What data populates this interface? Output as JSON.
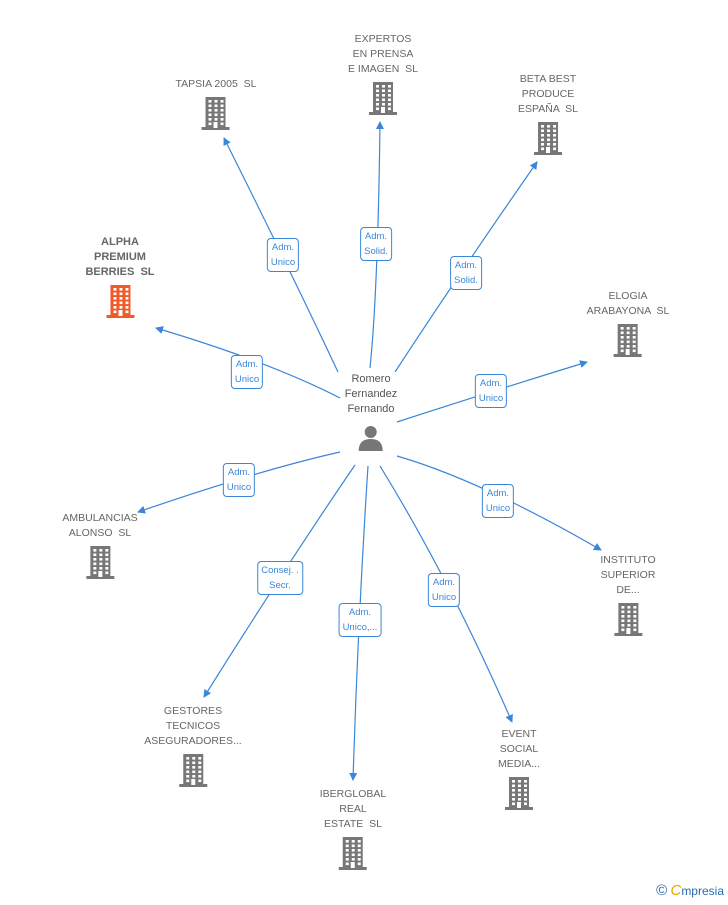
{
  "center": {
    "name": "Romero\nFernandez\nFernando",
    "icon": "person-icon"
  },
  "companies": [
    {
      "id": "tapsia",
      "name": "TAPSIA 2005  SL",
      "relation": "Adm.\nUnico",
      "highlighted": false
    },
    {
      "id": "expertos",
      "name": "EXPERTOS\nEN PRENSA\nE IMAGEN  SL",
      "relation": "Adm.\nSolid.",
      "highlighted": false
    },
    {
      "id": "beta",
      "name": "BETA BEST\nPRODUCE\nESPAÑA  SL",
      "relation": "Adm.\nSolid.",
      "highlighted": false
    },
    {
      "id": "alpha",
      "name": "ALPHA\nPREMIUM\nBERRIES  SL",
      "relation": "Adm.\nUnico",
      "highlighted": true
    },
    {
      "id": "elogia",
      "name": "ELOGIA\nARABAYONA  SL",
      "relation": "Adm.\nUnico",
      "highlighted": false
    },
    {
      "id": "ambulancias",
      "name": "AMBULANCIAS\nALONSO  SL",
      "relation": "Adm.\nUnico",
      "highlighted": false
    },
    {
      "id": "instituto",
      "name": "INSTITUTO\nSUPERIOR\nDE...",
      "relation": "Adm.\nUnico",
      "highlighted": false
    },
    {
      "id": "gestores",
      "name": "GESTORES\nTECNICOS\nASEGURADORES...",
      "relation": "Consej. .\nSecr.",
      "highlighted": false
    },
    {
      "id": "iberglobal",
      "name": "IBERGLOBAL\nREAL\nESTATE  SL",
      "relation": "Adm.\nUnico,...",
      "highlighted": false
    },
    {
      "id": "event",
      "name": "EVENT\nSOCIAL\nMEDIA...",
      "relation": "Adm.\nUnico",
      "highlighted": false
    }
  ],
  "colors": {
    "edge": "#3a86d8",
    "building": "#777777",
    "building_highlight": "#f05a28",
    "person": "#777777"
  },
  "footer": {
    "copyright": "©",
    "brand_initial": "C",
    "brand_rest": "mpresia"
  }
}
